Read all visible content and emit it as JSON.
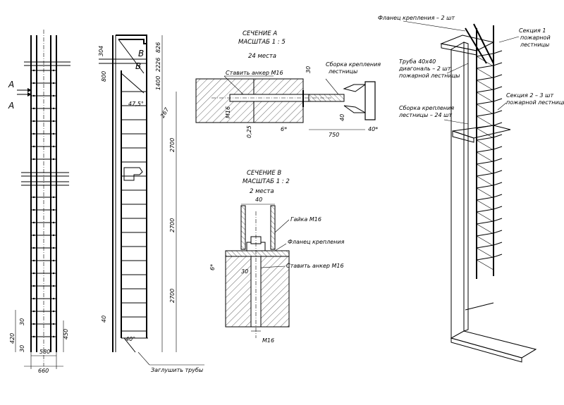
{
  "front_view": {
    "marker": "A",
    "dims": {
      "w_outer": "660",
      "w_inner": "580",
      "d420": "420",
      "d30a": "30",
      "d30b": "30",
      "d450": "450"
    }
  },
  "side_view": {
    "marker": "B",
    "angle_label": "47,5°",
    "angle_bottom": "40°",
    "dims": {
      "d304": "304",
      "d826": "826",
      "d2226": "2226",
      "d800": "800",
      "d1400": "1400",
      "d267": "267",
      "d2700a": "2700",
      "d2700b": "2700",
      "d2700c": "2700",
      "d40": "40"
    },
    "note": "Заглушить трубы"
  },
  "section_a": {
    "title": "СЕЧЕНИЕ А",
    "scale": "МАСШТАБ 1 : 5",
    "count": "24 места",
    "anchor_label": "Ставить анкер М16",
    "weld_label": "Сборка крепления лестницы",
    "dims": {
      "m16": "М16",
      "d30": "30",
      "d25": "0,25",
      "d6": "6*",
      "d40": "40",
      "d750": "750",
      "d40deg": "40*"
    }
  },
  "section_b": {
    "title": "СЕЧЕНИЕ В",
    "scale": "МАСШТАБ 1 : 2",
    "count": "2 места",
    "nut_label": "Гайка М16",
    "flange_label": "Фланец крепления",
    "anchor_label": "Ставить анкер М16",
    "dims": {
      "d40": "40",
      "d6": "6*",
      "d30": "30",
      "m16": "М16"
    }
  },
  "iso_view": {
    "flange_label": "Фланец крепления – 2 шт",
    "section1_label": "Секция 1 пожарной лестницы",
    "pipe_label": "Труба 40х40 диагональ – 2 шт пожарной лестницы",
    "weld_label": "Сборка крепления лестницы – 24 шт",
    "section23_label": "Секция 2 – 3 шт пожарной лестницы"
  }
}
